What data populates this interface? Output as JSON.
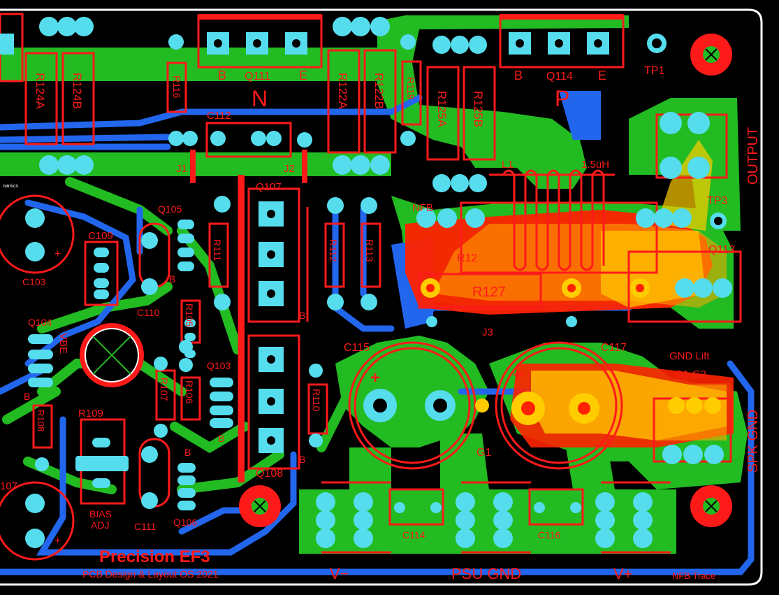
{
  "board": {
    "title": "Precision EF3",
    "credit": "PCB Design & Layout OS 2021",
    "logo_text": "namics",
    "colors": {
      "background": "#000000",
      "top_copper": "#22bb22",
      "bottom_copper": "#2266ee",
      "silkscreen": "#ff1a1a",
      "pad": "#55ddee",
      "thermal_zone": "#ff2200",
      "hot_zone": "#ffcc00",
      "outline": "#ffffff"
    }
  },
  "labels": {
    "q111": "Q111",
    "q111_n": "N",
    "q111_b": "B",
    "q111_e": "E",
    "q114": "Q114",
    "q114_p": "P",
    "q114_b": "B",
    "q114_e": "E",
    "r124a": "R124A",
    "r124b": "R124B",
    "r116": "R116",
    "r122a": "R122A",
    "r122b": "R122B",
    "r119": "R119",
    "r125a": "R125A",
    "r125b": "R125B",
    "c112": "C112",
    "tp1": "TP1",
    "tp3": "TP3",
    "output": "OUTPUT",
    "l1": "L1",
    "l1_value": "1.5uH",
    "j1": "J1",
    "j2": "J2",
    "j3": "J3",
    "nfb": "NFB",
    "q107_top": "Q107",
    "q105": "Q105",
    "c109": "C109",
    "c103": "C103",
    "c110": "C110",
    "r111": "R111",
    "r112": "R112",
    "r113": "R113",
    "r127": "R127",
    "r12x": "R12",
    "q113": "Q113",
    "q104": "Q104",
    "vbe": "VBE",
    "r105": "R105",
    "q103": "Q103",
    "r106": "R106",
    "r107": "R107",
    "r108": "R108",
    "r109": "R109",
    "r110": "R110",
    "bias_adj_1": "BIAS",
    "bias_adj_2": "ADJ",
    "c111": "C111",
    "q106": "Q106",
    "q108": "Q108",
    "q107_left": "107",
    "c115": "C115",
    "c117": "C117",
    "g1": "G1",
    "gnd_lift": "GND Lift",
    "g1_g2": "G1-G2",
    "spk_gnd": "SPK GND",
    "c114": "C114",
    "c116": "C116",
    "v_minus": "V−",
    "psu_gnd": "PSU GND",
    "v_plus": "V+",
    "nfb_trace": "NFB Trace",
    "pin_b": "B",
    "plus": "+"
  }
}
